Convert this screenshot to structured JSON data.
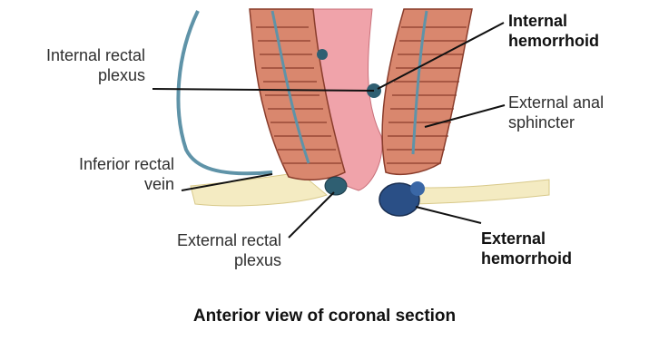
{
  "labels": {
    "internal_rectal_plexus": "Internal rectal\nplexus",
    "inferior_rectal_vein": "Inferior rectal\nvein",
    "external_rectal_plexus": "External rectal\nplexus",
    "internal_hemorrhoid": "Internal\nhemorrhoid",
    "external_anal_sphincter": "External anal\nsphincter",
    "external_hemorrhoid": "External\nhemorrhoid"
  },
  "caption": "Anterior view of coronal section",
  "colors": {
    "muscle": "#d9876e",
    "muscle_stripe": "#8a3d2c",
    "mucosa": "#f0a3aa",
    "vein": "#5f93a8",
    "vein_dark": "#2f5f72",
    "fat": "#f4ebc2",
    "hemorrhoid": "#2a4f86"
  }
}
